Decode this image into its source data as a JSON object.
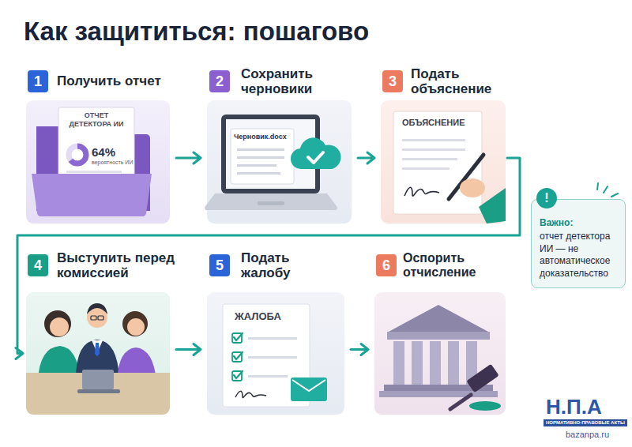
{
  "diagram": {
    "title": "Как защититься: пошагово",
    "nodes": [
      {
        "text": [
          "1"
        ]
      },
      {
        "text": [
          "Получить отчет"
        ]
      },
      {
        "text": [
          "2"
        ]
      },
      {
        "text": [
          "Сохранить черновики"
        ]
      },
      {
        "text": [
          "3"
        ]
      },
      {
        "text": [
          "Подать объяснение"
        ]
      },
      {
        "text": [
          "!"
        ]
      },
      {
        "text": [
          "Важно:",
          "отчет детектора ИИ — не автоматическое доказательство"
        ]
      },
      {
        "text": [
          "4"
        ]
      },
      {
        "text": [
          "Выступить перед комиссией"
        ]
      },
      {
        "text": [
          "5"
        ]
      },
      {
        "text": [
          "Подать жалобу"
        ]
      },
      {
        "text": [
          "6"
        ]
      },
      {
        "text": [
          "Оспорить отчисление"
        ]
      }
    ],
    "edges": [
      {
        "from": 1,
        "to": 3,
        "arrow": "to"
      },
      {
        "from": 3,
        "to": 5,
        "arrow": "to"
      },
      {
        "from": 5,
        "to": 9,
        "arrow": "to"
      },
      {
        "from": 9,
        "to": 11,
        "arrow": "to"
      },
      {
        "from": 11,
        "to": 13,
        "arrow": "to"
      }
    ],
    "labels": [
      "ОТЧЕТ ДЕТЕКТОРА ИИ",
      "64%",
      "вероятность ИИ",
      "Черновик.docx",
      "ОБЪЯСНЕНИЕ",
      "ЖАЛОБА",
      "Н.П.А",
      "НОРМАТИВНО-ПРАВОВЫЕ АКТЫ",
      "bazanpa.ru"
    ]
  }
}
